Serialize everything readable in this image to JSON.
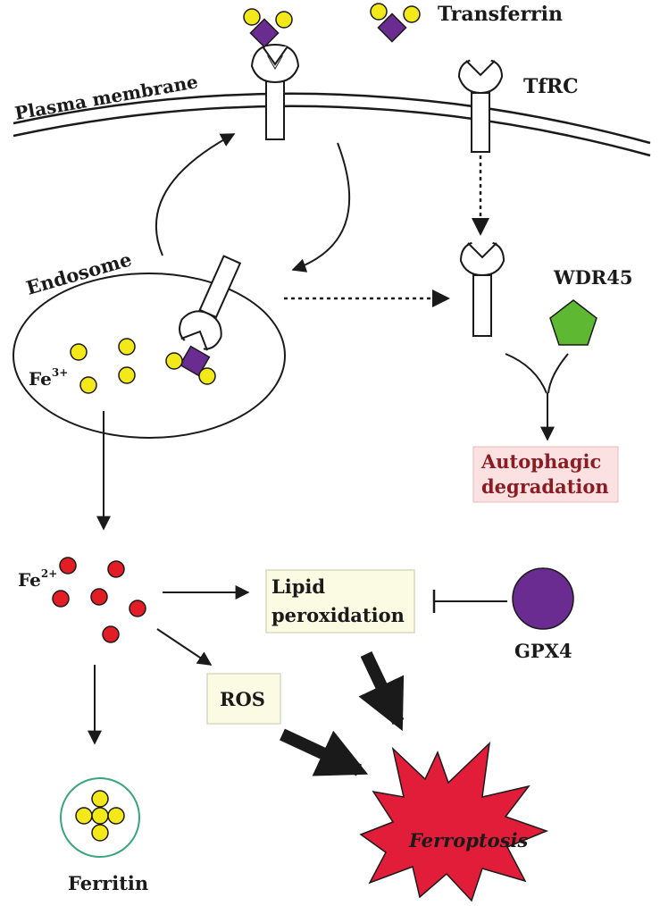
{
  "labels": {
    "transferrin": "Transferrin",
    "tfrc": "TfRC",
    "plasma_membrane": "Plasma membrane",
    "endosome": "Endosome",
    "fe3": "Fe",
    "fe3_sup": "3+",
    "wdr45": "WDR45",
    "autophagic_line1": "Autophagic",
    "autophagic_line2": "degradation",
    "fe2": "Fe",
    "fe2_sup": "2+",
    "lipid_line1": "Lipid",
    "lipid_line2": "peroxidation",
    "gpx4": "GPX4",
    "ros": "ROS",
    "ferroptosis": "Ferroptosis",
    "ferritin": "Ferritin"
  },
  "colors": {
    "iron3": "#f2e81a",
    "iron2": "#e21d24",
    "transferrin_body": "#6a2c91",
    "wdr45": "#5fb832",
    "gpx4": "#6a2c91",
    "burst": "#e21d3a",
    "autophagic_box": "#fbe1e1",
    "yellow_box": "#fbfbe4",
    "ferritin_ring": "#3aa57a"
  }
}
